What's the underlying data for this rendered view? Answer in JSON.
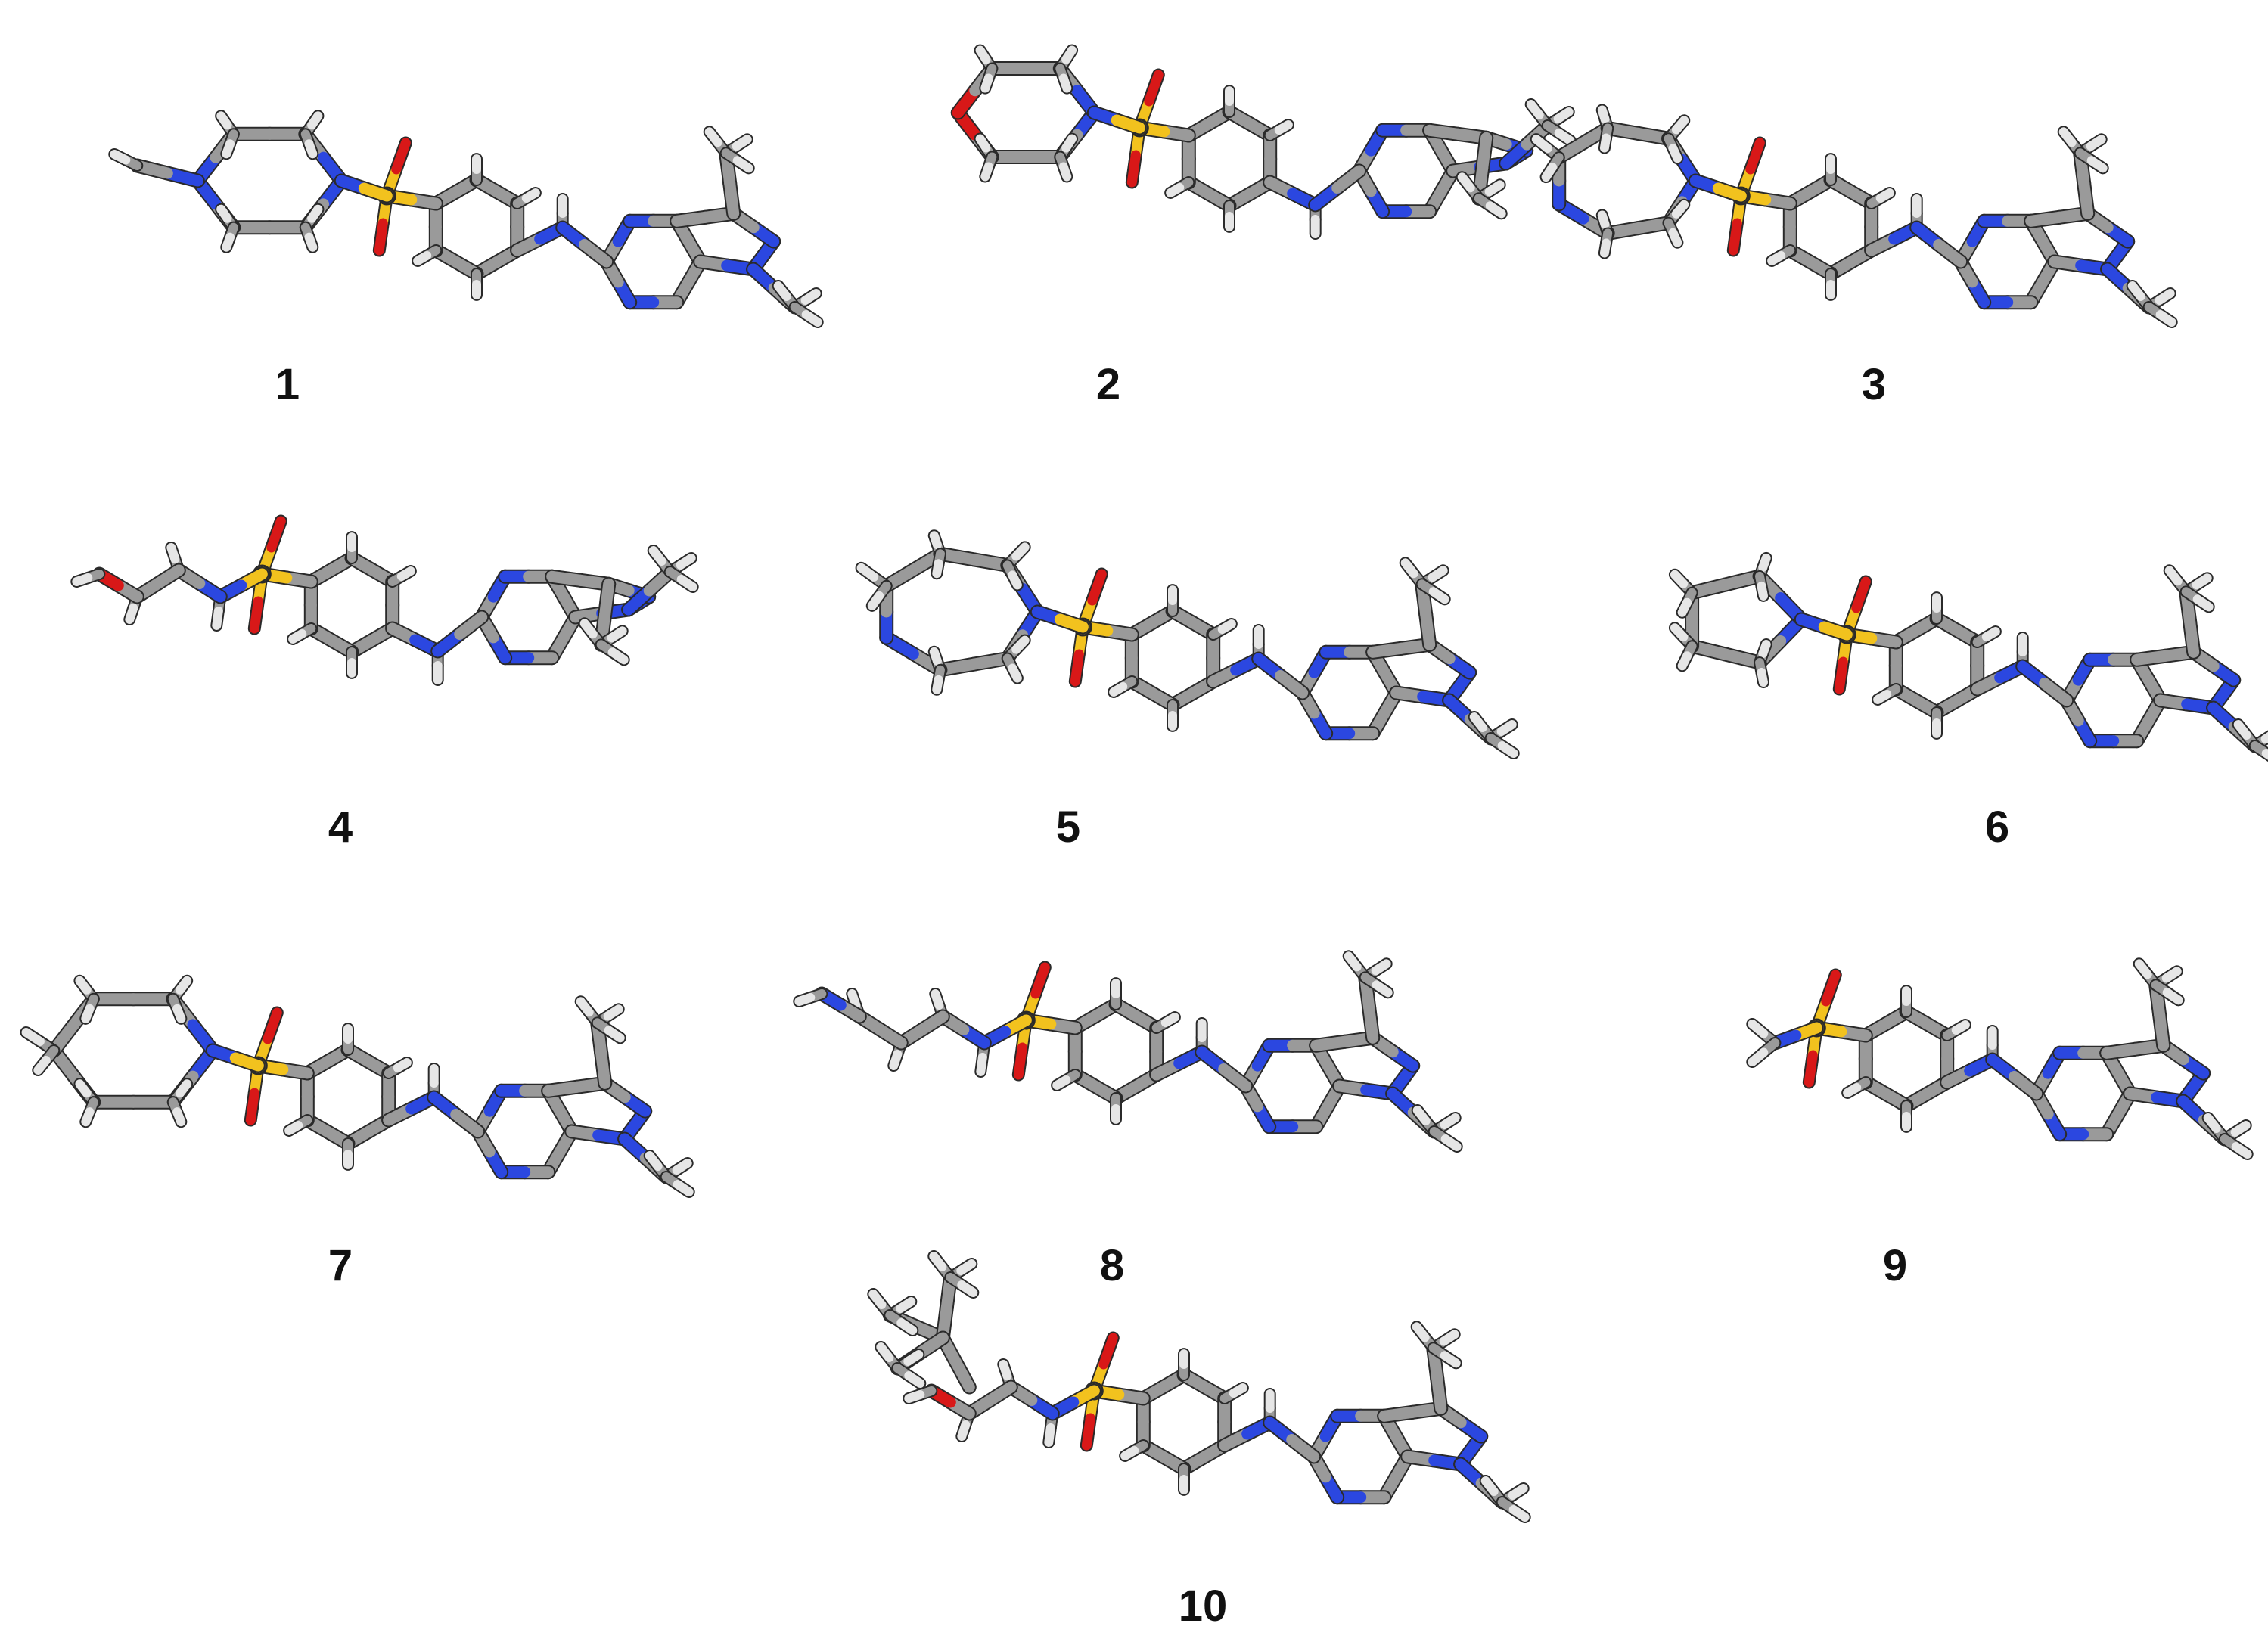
{
  "figure": {
    "labels": [
      "1",
      "2",
      "3",
      "4",
      "5",
      "6",
      "7",
      "8",
      "9",
      "10"
    ]
  },
  "colors": {
    "background": "#ffffff",
    "carbon": "#9a9a9a",
    "carbon_dark": "#3a3a3a",
    "hydrogen": "#e6e6e6",
    "nitrogen": "#2b47e0",
    "oxygen": "#d81818",
    "sulfur": "#f2c21e"
  }
}
